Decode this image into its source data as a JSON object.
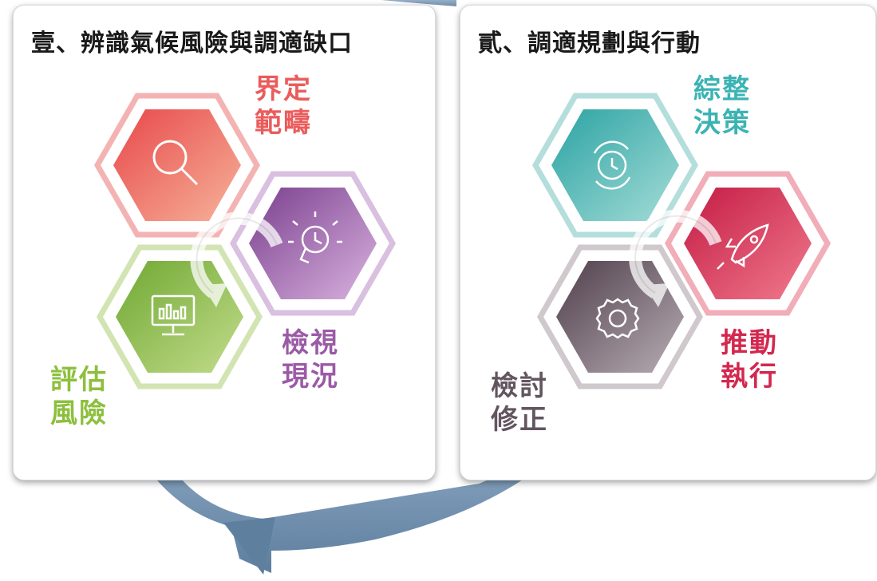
{
  "panels": [
    {
      "title": "壹、辨識氣候風險與調適缺口",
      "steps": [
        {
          "lines": [
            "界定",
            "範疇"
          ],
          "icon": "magnifier-icon",
          "color": "#ea5c5c"
        },
        {
          "lines": [
            "檢視",
            "現況"
          ],
          "icon": "lightbulb-clock-icon",
          "color": "#9b5aa6"
        },
        {
          "lines": [
            "評估",
            "風險"
          ],
          "icon": "monitor-chart-icon",
          "color": "#8dbf3d"
        }
      ]
    },
    {
      "title": "貳、調適規劃與行動",
      "steps": [
        {
          "lines": [
            "綜整",
            "決策"
          ],
          "icon": "clock-cycle-icon",
          "color": "#3cb3b3"
        },
        {
          "lines": [
            "推動",
            "執行"
          ],
          "icon": "rocket-icon",
          "color": "#d3284f"
        },
        {
          "lines": [
            "檢討",
            "修正"
          ],
          "icon": "gear-cycle-icon",
          "color": "#63555f"
        }
      ]
    }
  ],
  "colors": {
    "cycle_arrow": "#7393b3",
    "title_text": "#1a1a1a"
  }
}
